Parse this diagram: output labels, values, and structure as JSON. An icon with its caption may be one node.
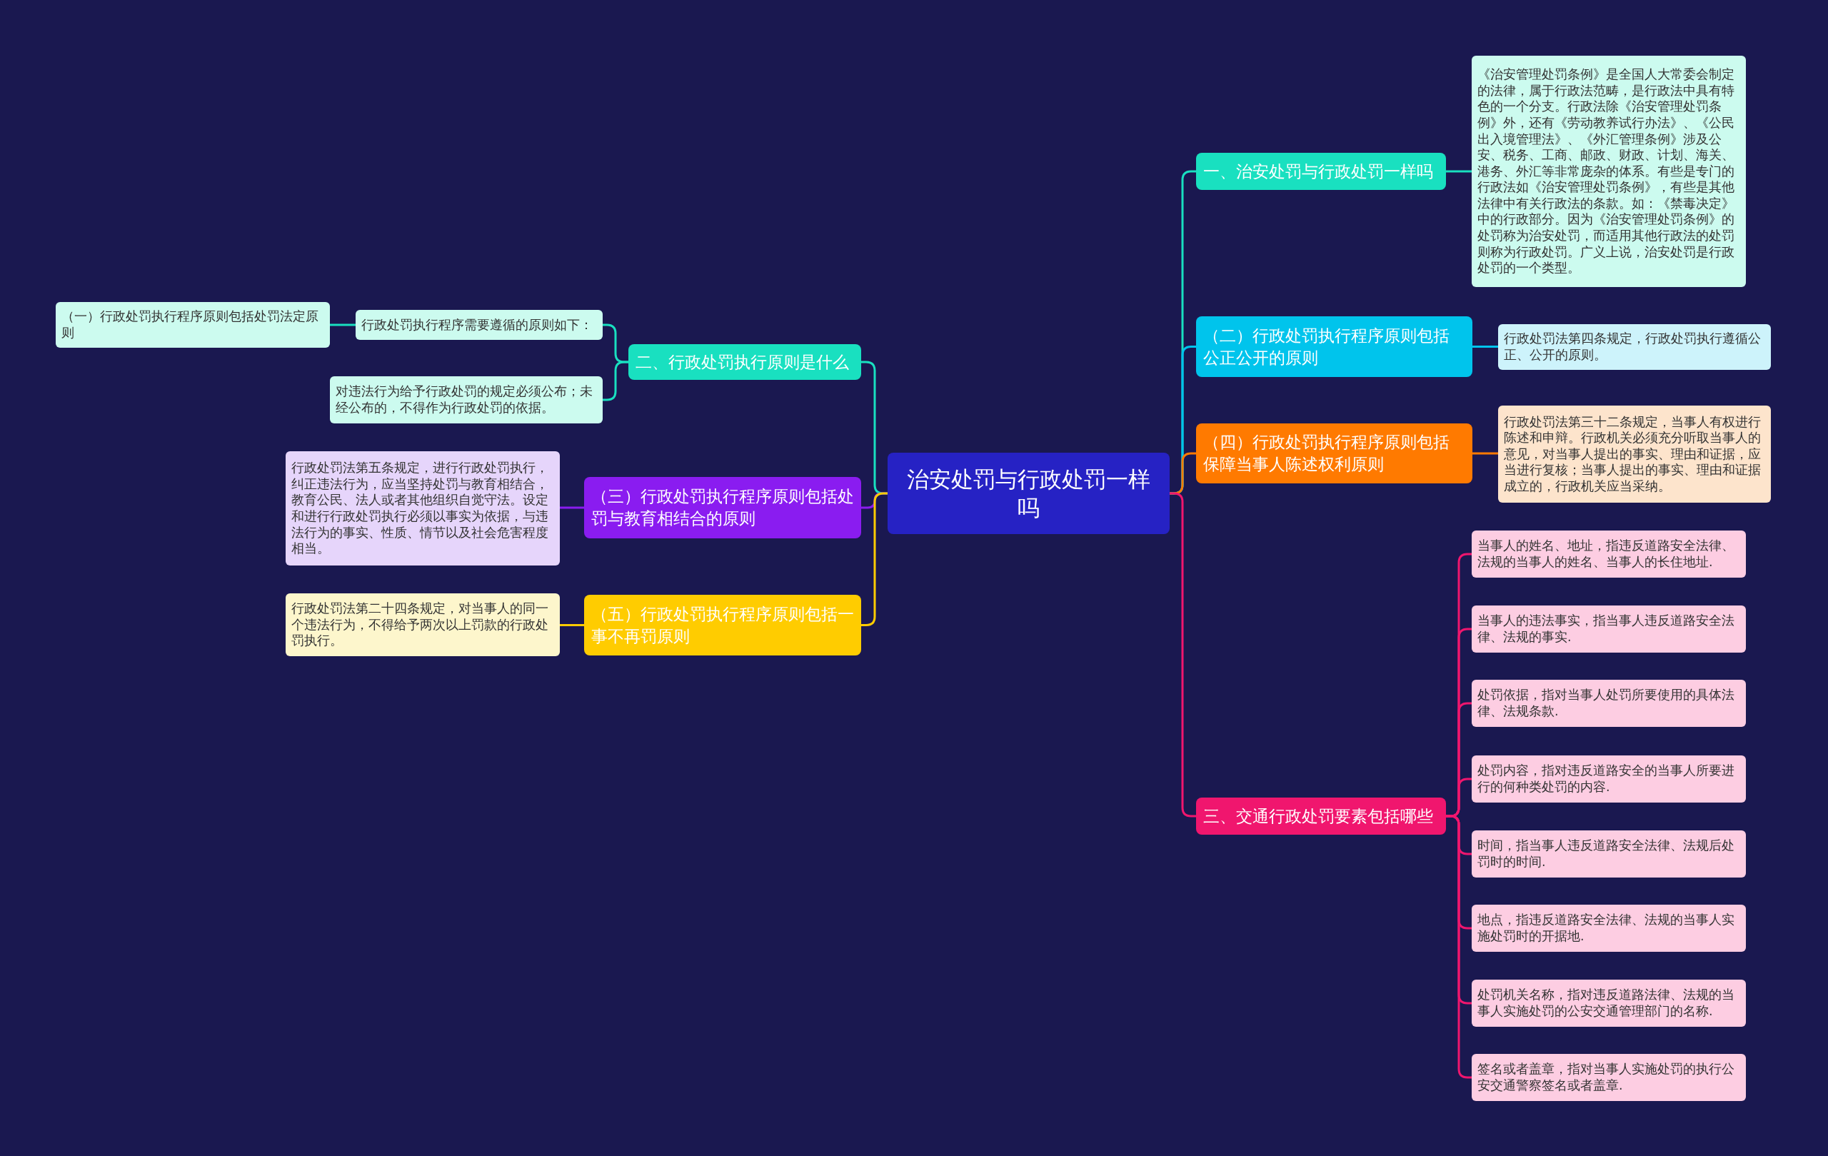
{
  "diagram": {
    "nodes": [
      {
        "text": [
          "治安处罚与行政处罚一样吗"
        ]
      },
      {
        "text": [
          "一、治安处罚与行政处罚一样吗"
        ]
      },
      {
        "text": [
          "《治安管理处罚条例》是全国人大常委会制定的法律，属于行政法范畴，是行政法中具有特色的一个分支。行政法除《治安管理处罚条例》外，还有《劳动教养试行办法》、《公民出入境管理法》、《外汇管理条例》涉及公安、税务、工商、邮政、财政、计划、海关、港务、外汇等非常庞杂的体系。有些是专门的行政法如《治安管理处罚条例》，有些是其他法律中有关行政法的条款。如：《禁毒决定》中的行政部分。因为《治安管理处罚条例》的处罚称为治安处罚，而适用其他行政法的处罚则称为行政处罚。广义上说，治安处罚是行政处罚的一个类型。"
        ]
      },
      {
        "text": [
          "（二）行政处罚执行程序原则包括公正公开的原则"
        ]
      },
      {
        "text": [
          "行政处罚法第四条规定，行政处罚执行遵循公正、公开的原则。"
        ]
      },
      {
        "text": [
          "（四）行政处罚执行程序原则包括保障当事人陈述权利原则"
        ]
      },
      {
        "text": [
          "行政处罚法第三十二条规定，当事人有权进行陈述和申辩。行政机关必须充分听取当事人的意见，对当事人提出的事实、理由和证据，应当进行复核；当事人提出的事实、理由和证据成立的，行政机关应当采纳。"
        ]
      },
      {
        "text": [
          "三、交通行政处罚要素包括哪些"
        ]
      },
      {
        "text": [
          "当事人的姓名、地址，指违反道路安全法律、法规的当事人的姓名、当事人的长住地址."
        ]
      },
      {
        "text": [
          "当事人的违法事实，指当事人违反道路安全法律、法规的事实."
        ]
      },
      {
        "text": [
          "处罚依据，指对当事人处罚所要使用的具体法律、法规条款."
        ]
      },
      {
        "text": [
          "处罚内容，指对违反道路安全的当事人所要进行的何种类处罚的内容."
        ]
      },
      {
        "text": [
          "时间，指当事人违反道路安全法律、法规后处罚时的时间."
        ]
      },
      {
        "text": [
          "地点，指违反道路安全法律、法规的当事人实施处罚时的开据地."
        ]
      },
      {
        "text": [
          "处罚机关名称，指对违反道路法律、法规的当事人实施处罚的公安交通管理部门的名称."
        ]
      },
      {
        "text": [
          "签名或者盖章，指对当事人实施处罚的执行公安交通警察签名或者盖章."
        ]
      },
      {
        "text": [
          "二、行政处罚执行原则是什么"
        ]
      },
      {
        "text": [
          "行政处罚执行程序需要遵循的原则如下："
        ]
      },
      {
        "text": [
          "（一）行政处罚执行程序原则包括处罚法定原则"
        ]
      },
      {
        "text": [
          "对违法行为给予行政处罚的规定必须公布；未经公布的，不得作为行政处罚的依据。"
        ]
      },
      {
        "text": [
          "（三）行政处罚执行程序原则包括处罚与教育相结合的原则"
        ]
      },
      {
        "text": [
          "行政处罚法第五条规定，进行行政处罚执行，纠正违法行为，应当坚持处罚与教育相结合，教育公民、法人或者其他组织自觉守法。设定和进行行政处罚执行必须以事实为依据，与违法行为的事实、性质、情节以及社会危害程度相当。"
        ]
      },
      {
        "text": [
          "（五）行政处罚执行程序原则包括一事不再罚原则"
        ]
      },
      {
        "text": [
          "行政处罚法第二十四条规定，对当事人的同一个违法行为，不得给予两次以上罚款的行政处罚执行。"
        ]
      }
    ],
    "edges": [
      {
        "from": 0,
        "to": 1,
        "arrow": "none",
        "color": "#19e0c0"
      },
      {
        "from": 0,
        "to": 3,
        "arrow": "none",
        "color": "#00c4ec"
      },
      {
        "from": 0,
        "to": 5,
        "arrow": "none",
        "color": "#ff7a00"
      },
      {
        "from": 0,
        "to": 7,
        "arrow": "none",
        "color": "#f0166e"
      },
      {
        "from": 1,
        "to": 2,
        "arrow": "none",
        "color": "#19e0c0"
      },
      {
        "from": 3,
        "to": 4,
        "arrow": "none",
        "color": "#00c4ec"
      },
      {
        "from": 5,
        "to": 6,
        "arrow": "none",
        "color": "#ff7a00"
      },
      {
        "from": 7,
        "to": 8,
        "arrow": "none",
        "color": "#f0166e"
      },
      {
        "from": 7,
        "to": 9,
        "arrow": "none",
        "color": "#f0166e"
      },
      {
        "from": 7,
        "to": 10,
        "arrow": "none",
        "color": "#f0166e"
      },
      {
        "from": 7,
        "to": 11,
        "arrow": "none",
        "color": "#f0166e"
      },
      {
        "from": 7,
        "to": 12,
        "arrow": "none",
        "color": "#f0166e"
      },
      {
        "from": 7,
        "to": 13,
        "arrow": "none",
        "color": "#f0166e"
      },
      {
        "from": 7,
        "to": 14,
        "arrow": "none",
        "color": "#f0166e"
      },
      {
        "from": 7,
        "to": 15,
        "arrow": "none",
        "color": "#f0166e"
      },
      {
        "from": 0,
        "to": 16,
        "arrow": "none",
        "color": "#19e0c0"
      },
      {
        "from": 16,
        "to": 17,
        "arrow": "none",
        "color": "#19e0c0"
      },
      {
        "from": 17,
        "to": 18,
        "arrow": "none",
        "color": "#19e0c0"
      },
      {
        "from": 16,
        "to": 19,
        "arrow": "none",
        "color": "#19e0c0"
      },
      {
        "from": 0,
        "to": 20,
        "arrow": "none",
        "color": "#8a1cf0"
      },
      {
        "from": 20,
        "to": 21,
        "arrow": "none",
        "color": "#8a1cf0"
      },
      {
        "from": 0,
        "to": 22,
        "arrow": "none",
        "color": "#ffcc00"
      },
      {
        "from": 22,
        "to": 23,
        "arrow": "none",
        "color": "#ffcc00"
      }
    ]
  }
}
